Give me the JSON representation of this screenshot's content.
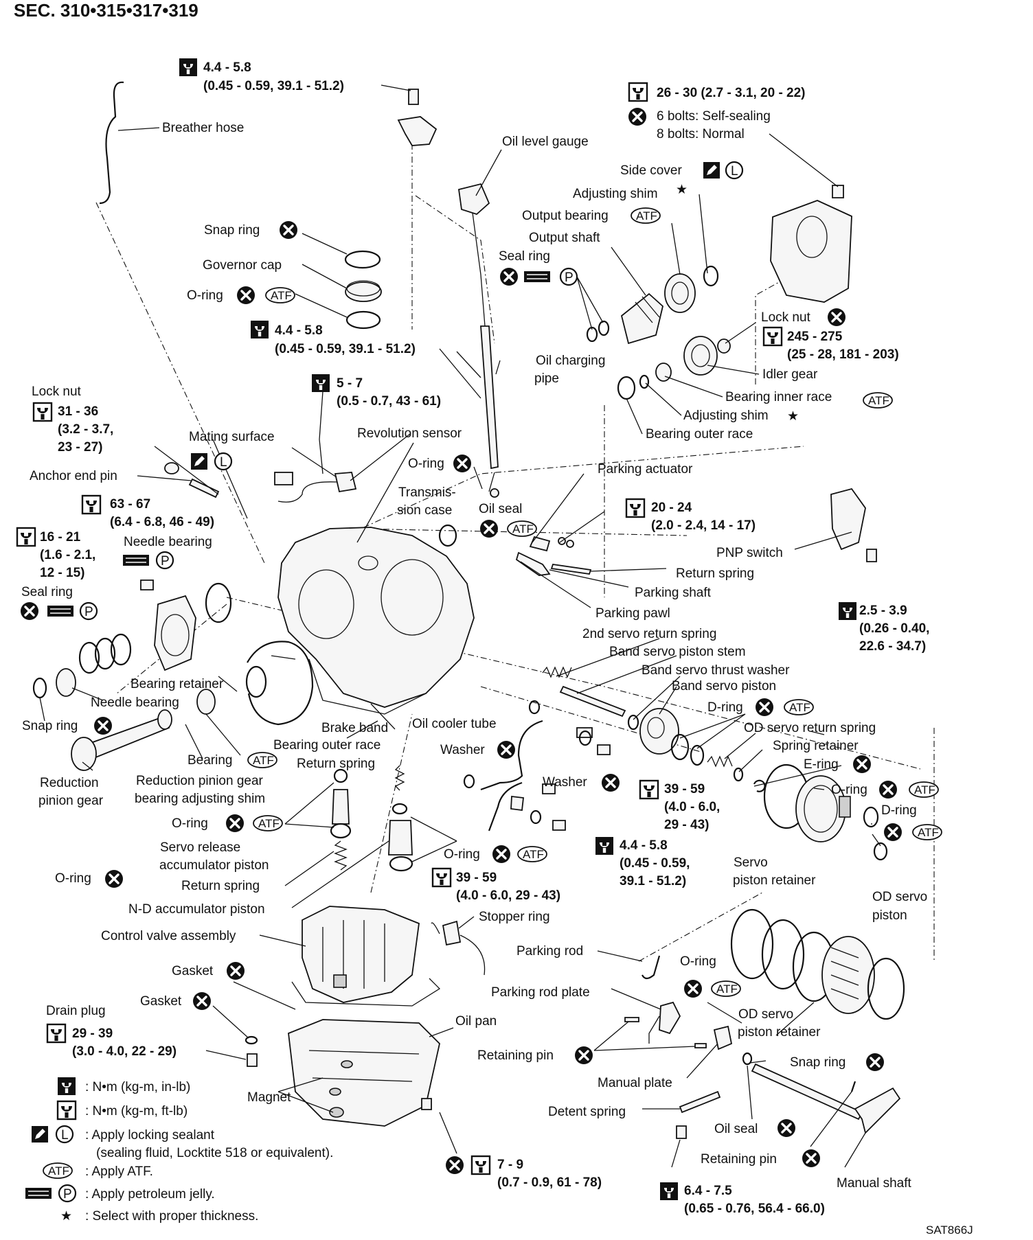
{
  "header": {
    "section": "SEC. 310•315•317•319",
    "figure_code": "SAT866J"
  },
  "symbols": {
    "atf": "ATF",
    "petrol": "P",
    "locking": "L"
  },
  "labels": [
    {
      "id": "breather-hose",
      "text": "Breather hose"
    },
    {
      "id": "snap-ring-1",
      "text": "Snap ring"
    },
    {
      "id": "governor-cap",
      "text": "Governor cap"
    },
    {
      "id": "o-ring-1",
      "text": "O-ring"
    },
    {
      "id": "oil-level-gauge",
      "text": "Oil level gauge"
    },
    {
      "id": "side-cover",
      "text": "Side cover"
    },
    {
      "id": "adjusting-shim-1",
      "text": "Adjusting shim"
    },
    {
      "id": "output-bearing",
      "text": "Output bearing"
    },
    {
      "id": "output-shaft",
      "text": "Output shaft"
    },
    {
      "id": "seal-ring-1",
      "text": "Seal ring"
    },
    {
      "id": "lock-nut-1",
      "text": "Lock nut"
    },
    {
      "id": "idler-gear",
      "text": "Idler gear"
    },
    {
      "id": "bearing-inner-race",
      "text": "Bearing inner race"
    },
    {
      "id": "adjusting-shim-2",
      "text": "Adjusting shim"
    },
    {
      "id": "bearing-outer-race-1",
      "text": "Bearing outer race"
    },
    {
      "id": "oil-charging",
      "text": "Oil charging"
    },
    {
      "id": "pipe",
      "text": "pipe"
    },
    {
      "id": "lock-nut-2",
      "text": "Lock nut"
    },
    {
      "id": "mating-surface",
      "text": "Mating surface"
    },
    {
      "id": "revolution-sensor",
      "text": "Revolution sensor"
    },
    {
      "id": "o-ring-2",
      "text": "O-ring"
    },
    {
      "id": "anchor-end-pin",
      "text": "Anchor end pin"
    },
    {
      "id": "transmis",
      "text": "Transmis-"
    },
    {
      "id": "sion-case",
      "text": "sion case"
    },
    {
      "id": "oil-seal-1",
      "text": "Oil seal"
    },
    {
      "id": "parking-actuator",
      "text": "Parking actuator"
    },
    {
      "id": "needle-bearing-1",
      "text": "Needle bearing"
    },
    {
      "id": "pnp-switch",
      "text": "PNP switch"
    },
    {
      "id": "return-spring-1",
      "text": "Return spring"
    },
    {
      "id": "seal-ring-2",
      "text": "Seal ring"
    },
    {
      "id": "parking-shaft",
      "text": "Parking shaft"
    },
    {
      "id": "parking-pawl",
      "text": "Parking pawl"
    },
    {
      "id": "2nd-servo-return-spring",
      "text": "2nd servo return spring"
    },
    {
      "id": "band-servo-piston-stem",
      "text": "Band servo piston stem"
    },
    {
      "id": "band-servo-thrust-washer",
      "text": "Band servo thrust washer"
    },
    {
      "id": "band-servo-piston",
      "text": "Band servo piston"
    },
    {
      "id": "bearing-retainer",
      "text": "Bearing retainer"
    },
    {
      "id": "needle-bearing-2",
      "text": "Needle bearing"
    },
    {
      "id": "d-ring-1",
      "text": "D-ring"
    },
    {
      "id": "snap-ring-2",
      "text": "Snap ring"
    },
    {
      "id": "brake-band",
      "text": "Brake band"
    },
    {
      "id": "oil-cooler-tube",
      "text": "Oil cooler tube"
    },
    {
      "id": "od-servo-return-spring",
      "text": "OD servo return spring"
    },
    {
      "id": "bearing-outer-race-2",
      "text": "Bearing outer race"
    },
    {
      "id": "washer-1",
      "text": "Washer"
    },
    {
      "id": "spring-retainer",
      "text": "Spring retainer"
    },
    {
      "id": "bearing",
      "text": "Bearing"
    },
    {
      "id": "return-spring-2",
      "text": "Return spring"
    },
    {
      "id": "e-ring",
      "text": "E-ring"
    },
    {
      "id": "reduction",
      "text": "Reduction"
    },
    {
      "id": "pinion-gear",
      "text": "pinion gear"
    },
    {
      "id": "reduction-pinion-gear",
      "text": "Reduction pinion gear"
    },
    {
      "id": "bearing-adjusting-shim",
      "text": "bearing adjusting shim"
    },
    {
      "id": "washer-2",
      "text": "Washer"
    },
    {
      "id": "o-ring-3",
      "text": "O-ring"
    },
    {
      "id": "d-ring-2",
      "text": "D-ring"
    },
    {
      "id": "o-ring-4",
      "text": "O-ring"
    },
    {
      "id": "servo-release",
      "text": "Servo release"
    },
    {
      "id": "accumulator-piston",
      "text": "accumulator piston"
    },
    {
      "id": "o-ring-5",
      "text": "O-ring"
    },
    {
      "id": "servo",
      "text": "Servo"
    },
    {
      "id": "piston-retainer",
      "text": "piston retainer"
    },
    {
      "id": "o-ring-6",
      "text": "O-ring"
    },
    {
      "id": "od-servo",
      "text": "OD servo"
    },
    {
      "id": "piston",
      "text": "piston"
    },
    {
      "id": "return-spring-3",
      "text": "Return spring"
    },
    {
      "id": "nd-accumulator-piston",
      "text": "N-D accumulator piston"
    },
    {
      "id": "stopper-ring",
      "text": "Stopper ring"
    },
    {
      "id": "control-valve-assembly",
      "text": "Control valve assembly"
    },
    {
      "id": "parking-rod",
      "text": "Parking rod"
    },
    {
      "id": "gasket-1",
      "text": "Gasket"
    },
    {
      "id": "o-ring-7",
      "text": "O-ring"
    },
    {
      "id": "parking-rod-plate",
      "text": "Parking rod plate"
    },
    {
      "id": "gasket-2",
      "text": "Gasket"
    },
    {
      "id": "drain-plug",
      "text": "Drain plug"
    },
    {
      "id": "oil-pan",
      "text": "Oil pan"
    },
    {
      "id": "od-servo-2",
      "text": "OD servo"
    },
    {
      "id": "piston-retainer-2",
      "text": "piston retainer"
    },
    {
      "id": "retaining-pin-1",
      "text": "Retaining pin"
    },
    {
      "id": "snap-ring-3",
      "text": "Snap ring"
    },
    {
      "id": "manual-plate",
      "text": "Manual plate"
    },
    {
      "id": "magnet",
      "text": "Magnet"
    },
    {
      "id": "detent-spring",
      "text": "Detent spring"
    },
    {
      "id": "oil-seal-2",
      "text": "Oil seal"
    },
    {
      "id": "retaining-pin-2",
      "text": "Retaining pin"
    },
    {
      "id": "manual-shaft",
      "text": "Manual shaft"
    }
  ],
  "torques": [
    {
      "id": "t1",
      "l1": "4.4 - 5.8",
      "l2": "(0.45 - 0.59, 39.1 - 51.2)",
      "kind": "in-lb"
    },
    {
      "id": "t2",
      "l1": "26 - 30 (2.7 - 3.1, 20 - 22)",
      "kind": "ft-lb"
    },
    {
      "id": "t3",
      "l1": "4.4 - 5.8",
      "l2": "(0.45 - 0.59, 39.1 - 51.2)",
      "kind": "in-lb"
    },
    {
      "id": "t4",
      "l1": "245 - 275",
      "l2": "(25 - 28, 181 - 203)",
      "kind": "ft-lb"
    },
    {
      "id": "t5",
      "l1": "5 - 7",
      "l2": "(0.5 - 0.7, 43 - 61)",
      "kind": "in-lb"
    },
    {
      "id": "t6",
      "l1": "31 - 36",
      "l2": "(3.2 - 3.7,",
      "l3": "23 - 27)",
      "kind": "ft-lb"
    },
    {
      "id": "t7",
      "l1": "63 - 67",
      "l2": "(6.4 - 6.8, 46 - 49)",
      "kind": "ft-lb"
    },
    {
      "id": "t8",
      "l1": "20 - 24",
      "l2": "(2.0 - 2.4, 14 - 17)",
      "kind": "ft-lb"
    },
    {
      "id": "t9",
      "l1": "16 - 21",
      "l2": "(1.6 - 2.1,",
      "l3": "12 - 15)",
      "kind": "ft-lb"
    },
    {
      "id": "t10",
      "l1": "2.5 - 3.9",
      "l2": "(0.26 - 0.40,",
      "l3": "22.6 - 34.7)",
      "kind": "in-lb"
    },
    {
      "id": "t11",
      "l1": "39 - 59",
      "l2": "(4.0 - 6.0,",
      "l3": "29 - 43)",
      "kind": "ft-lb"
    },
    {
      "id": "t12",
      "l1": "4.4 - 5.8",
      "l2": "(0.45 - 0.59,",
      "l3": "39.1 - 51.2)",
      "kind": "in-lb"
    },
    {
      "id": "t13",
      "l1": "39 - 59",
      "l2": "(4.0 - 6.0, 29 - 43)",
      "kind": "ft-lb"
    },
    {
      "id": "t14",
      "l1": "29 - 39",
      "l2": "(3.0 - 4.0, 22 - 29)",
      "kind": "ft-lb"
    },
    {
      "id": "t15",
      "l1": "7 - 9",
      "l2": "(0.7 - 0.9, 61 - 78)",
      "kind": "ft-lb"
    },
    {
      "id": "t16",
      "l1": "6.4 - 7.5",
      "l2": "(0.65 - 0.76, 56.4 - 66.0)",
      "kind": "in-lb"
    }
  ],
  "bolts": {
    "self_sealing": "6 bolts: Self-sealing",
    "normal": "8 bolts: Normal"
  },
  "legend": [
    {
      "id": "lg1",
      "text": ": N•m (kg-m, in-lb)"
    },
    {
      "id": "lg2",
      "text": ": N•m (kg-m, ft-lb)"
    },
    {
      "id": "lg3",
      "text": ": Apply locking sealant"
    },
    {
      "id": "lg3b",
      "text": "(sealing fluid, Locktite 518 or equivalent)."
    },
    {
      "id": "lg4",
      "text": ": Apply ATF."
    },
    {
      "id": "lg5",
      "text": ": Apply petroleum jelly."
    },
    {
      "id": "lg6",
      "text": ": Select with proper thickness."
    }
  ]
}
